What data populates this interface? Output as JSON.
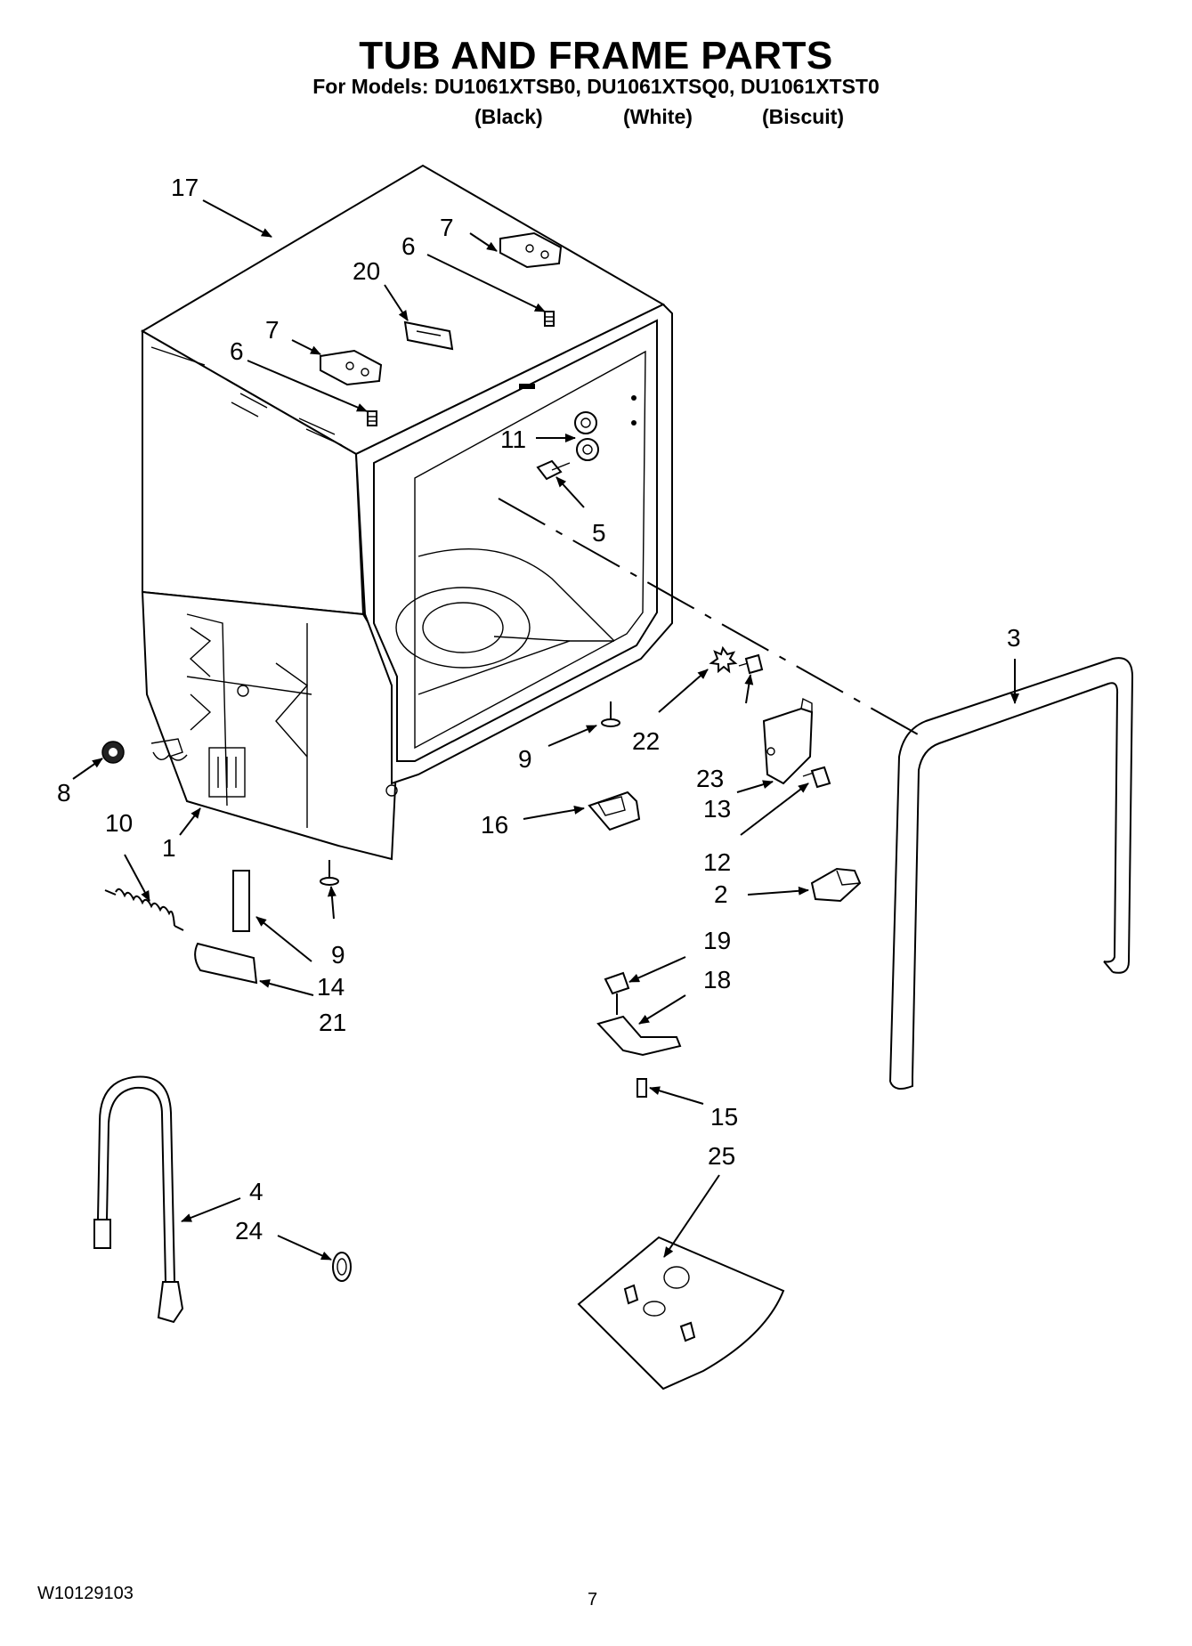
{
  "header": {
    "title": "TUB AND FRAME PARTS",
    "models_line": "For Models: DU1061XTSB0, DU1061XTSQ0, DU1061XTST0",
    "colors": [
      "(Black)",
      "(White)",
      "(Biscuit)"
    ]
  },
  "footer": {
    "doc_number": "W10129103",
    "page_number": "7"
  },
  "callouts": [
    "17",
    "7",
    "6",
    "20",
    "7",
    "6",
    "11",
    "5",
    "3",
    "22",
    "23",
    "9",
    "13",
    "16",
    "12",
    "8",
    "10",
    "1",
    "9",
    "14",
    "21",
    "2",
    "19",
    "18",
    "15",
    "4",
    "24",
    "25"
  ]
}
